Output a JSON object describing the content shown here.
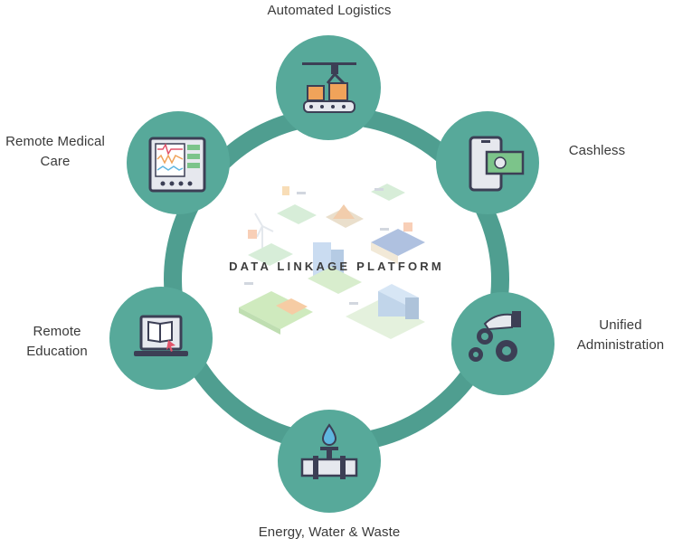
{
  "center": {
    "title": "DATA LINKAGE PLATFORM"
  },
  "nodes": [
    {
      "id": "logistics",
      "lines": [
        "Automated Logistics"
      ],
      "icon": "conveyor-robot-arm-icon"
    },
    {
      "id": "cashless",
      "lines": [
        "Cashless"
      ],
      "icon": "smartphone-payment-icon"
    },
    {
      "id": "administration",
      "lines": [
        "Unified",
        "Administration"
      ],
      "icon": "hand-gears-icon"
    },
    {
      "id": "energy",
      "lines": [
        "Energy, Water & Waste"
      ],
      "icon": "water-pipe-valve-icon"
    },
    {
      "id": "education",
      "lines": [
        "Remote",
        "Education"
      ],
      "icon": "laptop-book-icon"
    },
    {
      "id": "medical",
      "lines": [
        "Remote Medical",
        "Care"
      ],
      "icon": "medical-monitor-icon"
    }
  ],
  "colors": {
    "ring": "#4f9e90",
    "node": "#57a99a",
    "icon_dark": "#3c3f55",
    "icon_light": "#e6e8ee",
    "accent_orange": "#f0a35a",
    "accent_green": "#7cc48a"
  }
}
